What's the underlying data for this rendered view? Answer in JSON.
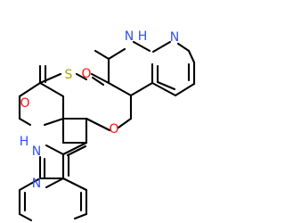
{
  "molecule": {
    "atoms": {
      "o_top": "O",
      "nh_top": "N",
      "h_top": "H",
      "n_top_ring": "N",
      "s_bridge": "S",
      "o_bridge": "O",
      "o_bottom": "O",
      "h_bottom": "H",
      "nh_bottom": "N",
      "n_bottom_ring": "N"
    },
    "colors": {
      "bond": "#000000",
      "oxygen": "#ff0d0d",
      "nitrogen": "#3050f8",
      "sulfur": "#b2a000"
    }
  }
}
